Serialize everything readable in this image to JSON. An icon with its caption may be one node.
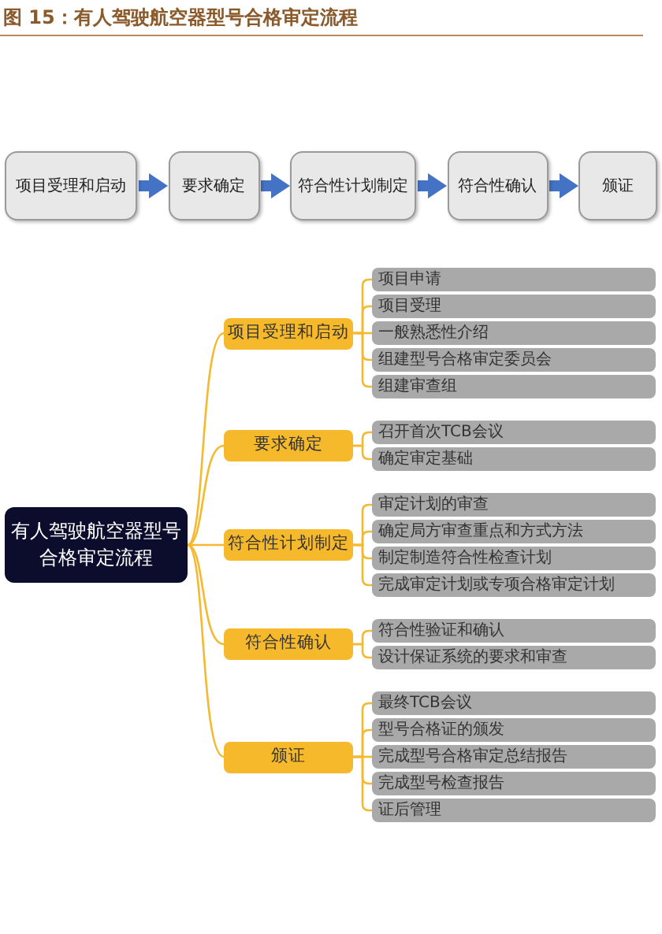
{
  "diagram": {
    "title": "图 15：有人驾驶航空器型号合格审定流程",
    "nodes": [
      {
        "text": [
          "项目受理和启动"
        ]
      },
      {
        "text": [
          "要求确定"
        ]
      },
      {
        "text": [
          "符合性计划制定"
        ]
      },
      {
        "text": [
          "符合性确认"
        ]
      },
      {
        "text": [
          "颁证"
        ]
      },
      {
        "text": [
          "有人驾驶航空器型号合格审定流程"
        ]
      },
      {
        "text": [
          "项目受理和启动"
        ]
      },
      {
        "text": [
          "项目申请"
        ]
      },
      {
        "text": [
          "项目受理"
        ]
      },
      {
        "text": [
          "一般熟悉性介绍"
        ]
      },
      {
        "text": [
          "组建型号合格审定委员会"
        ]
      },
      {
        "text": [
          "组建审查组"
        ]
      },
      {
        "text": [
          "要求确定"
        ]
      },
      {
        "text": [
          "召开首次TCB会议"
        ]
      },
      {
        "text": [
          "确定审定基础"
        ]
      },
      {
        "text": [
          "符合性计划制定"
        ]
      },
      {
        "text": [
          "审定计划的审查"
        ]
      },
      {
        "text": [
          "确定局方审查重点和方式方法"
        ]
      },
      {
        "text": [
          "制定制造符合性检查计划"
        ]
      },
      {
        "text": [
          "完成审定计划或专项合格审定计划"
        ]
      },
      {
        "text": [
          "符合性确认"
        ]
      },
      {
        "text": [
          "符合性验证和确认"
        ]
      },
      {
        "text": [
          "设计保证系统的要求和审查"
        ]
      },
      {
        "text": [
          "颁证"
        ]
      },
      {
        "text": [
          "最终TCB会议"
        ]
      },
      {
        "text": [
          "型号合格证的颁发"
        ]
      },
      {
        "text": [
          "完成型号合格审定总结报告"
        ]
      },
      {
        "text": [
          "完成型号检查报告"
        ]
      },
      {
        "text": [
          "证后管理"
        ]
      }
    ],
    "edges": [
      {
        "from": 0,
        "to": 1,
        "arrow": "to",
        "style": "thick",
        "color": "#4472c4"
      },
      {
        "from": 1,
        "to": 2,
        "arrow": "to",
        "style": "thick",
        "color": "#4472c4"
      },
      {
        "from": 2,
        "to": 3,
        "arrow": "to",
        "style": "thick",
        "color": "#4472c4"
      },
      {
        "from": 3,
        "to": 4,
        "arrow": "to",
        "style": "thick",
        "color": "#4472c4"
      },
      {
        "from": 5,
        "to": 6,
        "arrow": "none"
      },
      {
        "from": 5,
        "to": 12,
        "arrow": "none"
      },
      {
        "from": 5,
        "to": 15,
        "arrow": "none"
      },
      {
        "from": 5,
        "to": 20,
        "arrow": "none"
      },
      {
        "from": 5,
        "to": 23,
        "arrow": "none"
      },
      {
        "from": 6,
        "to": 7,
        "arrow": "none"
      },
      {
        "from": 6,
        "to": 8,
        "arrow": "none"
      },
      {
        "from": 6,
        "to": 9,
        "arrow": "none"
      },
      {
        "from": 6,
        "to": 10,
        "arrow": "none"
      },
      {
        "from": 6,
        "to": 11,
        "arrow": "none"
      },
      {
        "from": 12,
        "to": 13,
        "arrow": "none"
      },
      {
        "from": 12,
        "to": 14,
        "arrow": "none"
      },
      {
        "from": 15,
        "to": 16,
        "arrow": "none"
      },
      {
        "from": 15,
        "to": 17,
        "arrow": "none"
      },
      {
        "from": 15,
        "to": 18,
        "arrow": "none"
      },
      {
        "from": 15,
        "to": 19,
        "arrow": "none"
      },
      {
        "from": 20,
        "to": 21,
        "arrow": "none"
      },
      {
        "from": 20,
        "to": 22,
        "arrow": "none"
      },
      {
        "from": 23,
        "to": 24,
        "arrow": "none"
      },
      {
        "from": 23,
        "to": 25,
        "arrow": "none"
      },
      {
        "from": 23,
        "to": 26,
        "arrow": "none"
      },
      {
        "from": 23,
        "to": 27,
        "arrow": "none"
      },
      {
        "from": 23,
        "to": 28,
        "arrow": "none"
      }
    ]
  }
}
